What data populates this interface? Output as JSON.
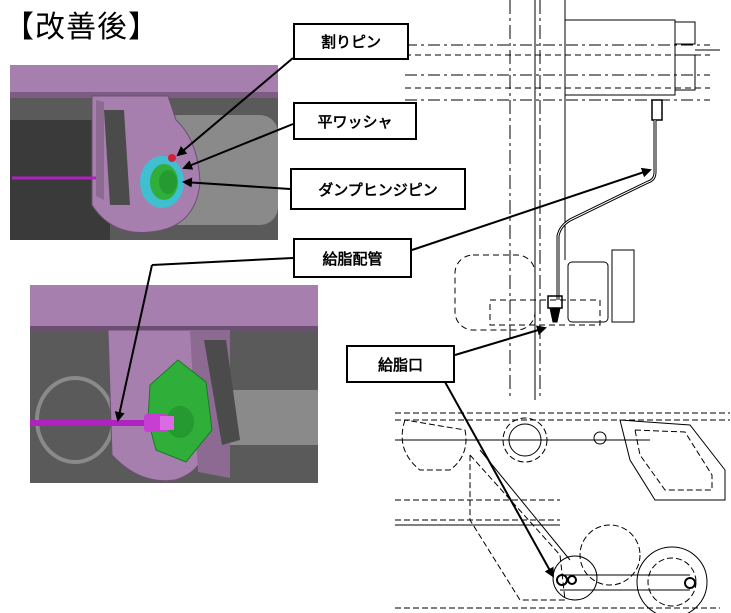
{
  "title": "【改善後】",
  "callouts": {
    "cotter_pin": "割りピン",
    "flat_washer": "平ワッシャ",
    "dump_hinge_pin": "ダンプヒンジピン",
    "grease_pipe": "給脂配管",
    "grease_port": "給脂口"
  },
  "colors": {
    "bracket_purple": "#a77fae",
    "frame_purple": "#7d5c83",
    "dark_gray": "#4b4b4b",
    "washer_green": "#2fae3a",
    "washer_cyan": "#3fbfd0",
    "pin_red": "#d0203a",
    "pipe_magenta": "#b022c0"
  }
}
